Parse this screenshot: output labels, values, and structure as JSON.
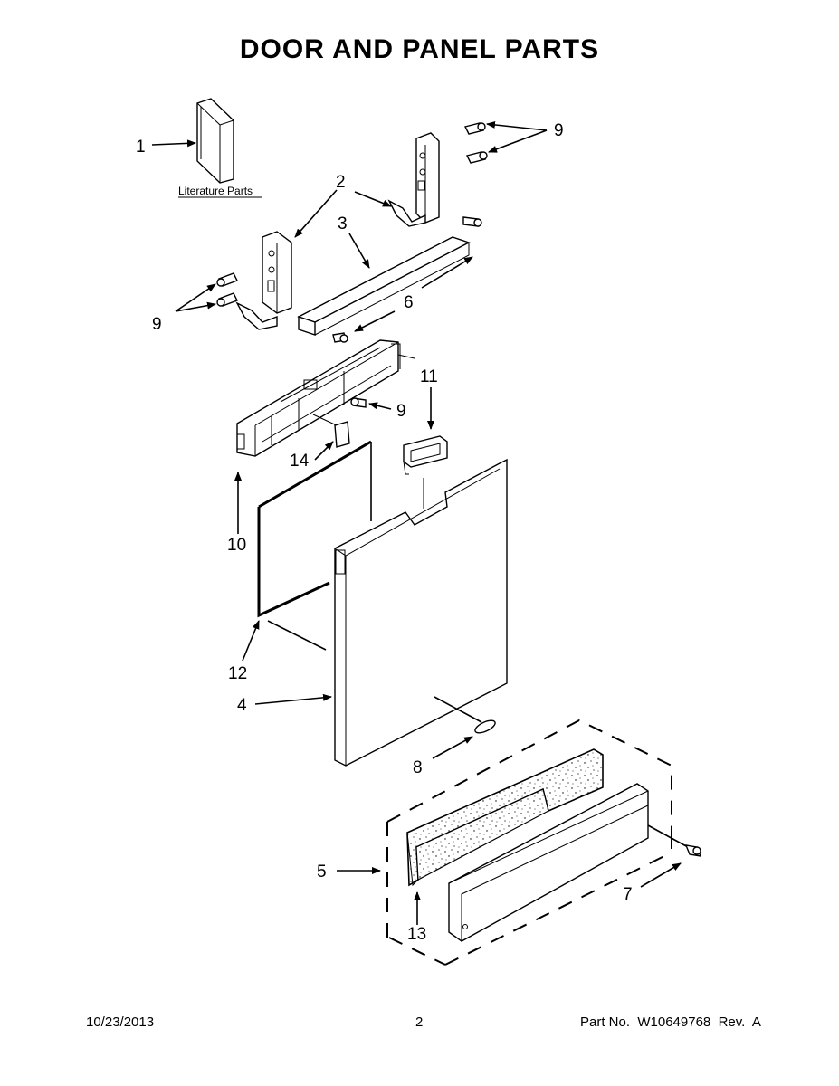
{
  "page": {
    "title": "DOOR AND PANEL PARTS",
    "date": "10/23/2013",
    "page_number": "2",
    "part_number": "Part No.  W10649768  Rev.  A"
  },
  "diagram": {
    "literature_label": "Literature Parts",
    "callouts": {
      "c1": "1",
      "c2": "2",
      "c3": "3",
      "c4": "4",
      "c5": "5",
      "c6": "6",
      "c7": "7",
      "c8": "8",
      "c9a": "9",
      "c9b": "9",
      "c9c": "9",
      "c10": "10",
      "c11": "11",
      "c12": "12",
      "c13": "13",
      "c14": "14"
    }
  }
}
